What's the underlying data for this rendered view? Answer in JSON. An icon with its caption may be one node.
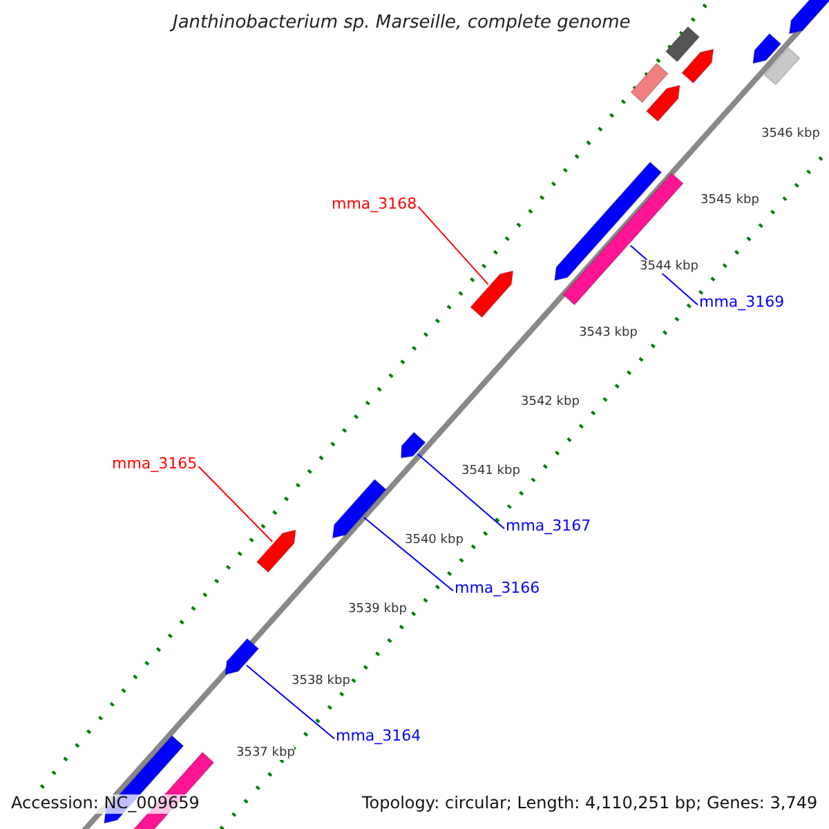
{
  "diagram": {
    "title": "Janthinobacterium sp. Marseille, complete genome",
    "nodes": [
      {
        "text": [
          "mma_3168"
        ]
      },
      {
        "text": [],
        "shape": "bar"
      },
      {
        "text": [
          "mma_3169"
        ]
      },
      {
        "text": [],
        "shape": "bar"
      },
      {
        "text": [
          "mma_3165"
        ]
      },
      {
        "text": [],
        "shape": "bar"
      },
      {
        "text": [
          "mma_3167"
        ]
      },
      {
        "text": [],
        "shape": "bar"
      },
      {
        "text": [
          "mma_3166"
        ]
      },
      {
        "text": [],
        "shape": "bar"
      },
      {
        "text": [
          "mma_3164"
        ]
      },
      {
        "text": [],
        "shape": "bar"
      },
      {
        "text": [],
        "shape": "bar"
      },
      {
        "text": [],
        "shape": "bar"
      },
      {
        "text": [],
        "shape": "bar"
      },
      {
        "text": [],
        "shape": "bar"
      },
      {
        "text": [],
        "shape": "bar"
      },
      {
        "text": [],
        "shape": "bar"
      },
      {
        "text": [],
        "shape": "bar"
      },
      {
        "text": [],
        "shape": "bar"
      },
      {
        "text": [],
        "shape": "bar"
      },
      {
        "text": [],
        "shape": "bar"
      }
    ],
    "edges": [
      {
        "from": 0,
        "to": 1,
        "arrow": "none",
        "color": "#ff0000"
      },
      {
        "from": 2,
        "to": 3,
        "arrow": "none"
      },
      {
        "from": 4,
        "to": 5,
        "arrow": "none",
        "color": "#ff0000"
      },
      {
        "from": 6,
        "to": 7,
        "arrow": "none"
      },
      {
        "from": 8,
        "to": 9,
        "arrow": "none"
      },
      {
        "from": 10,
        "to": 11,
        "arrow": "none"
      }
    ],
    "labels": [
      "3546 kbp",
      "3545 kbp",
      "3544 kbp",
      "3543 kbp",
      "3542 kbp",
      "3541 kbp",
      "3540 kbp",
      "3539 kbp",
      "3538 kbp",
      "3537 kbp",
      "Accession: NC_009659",
      "Topology: circular; Length: 4,110,251 bp; Genes: 3,749"
    ]
  }
}
